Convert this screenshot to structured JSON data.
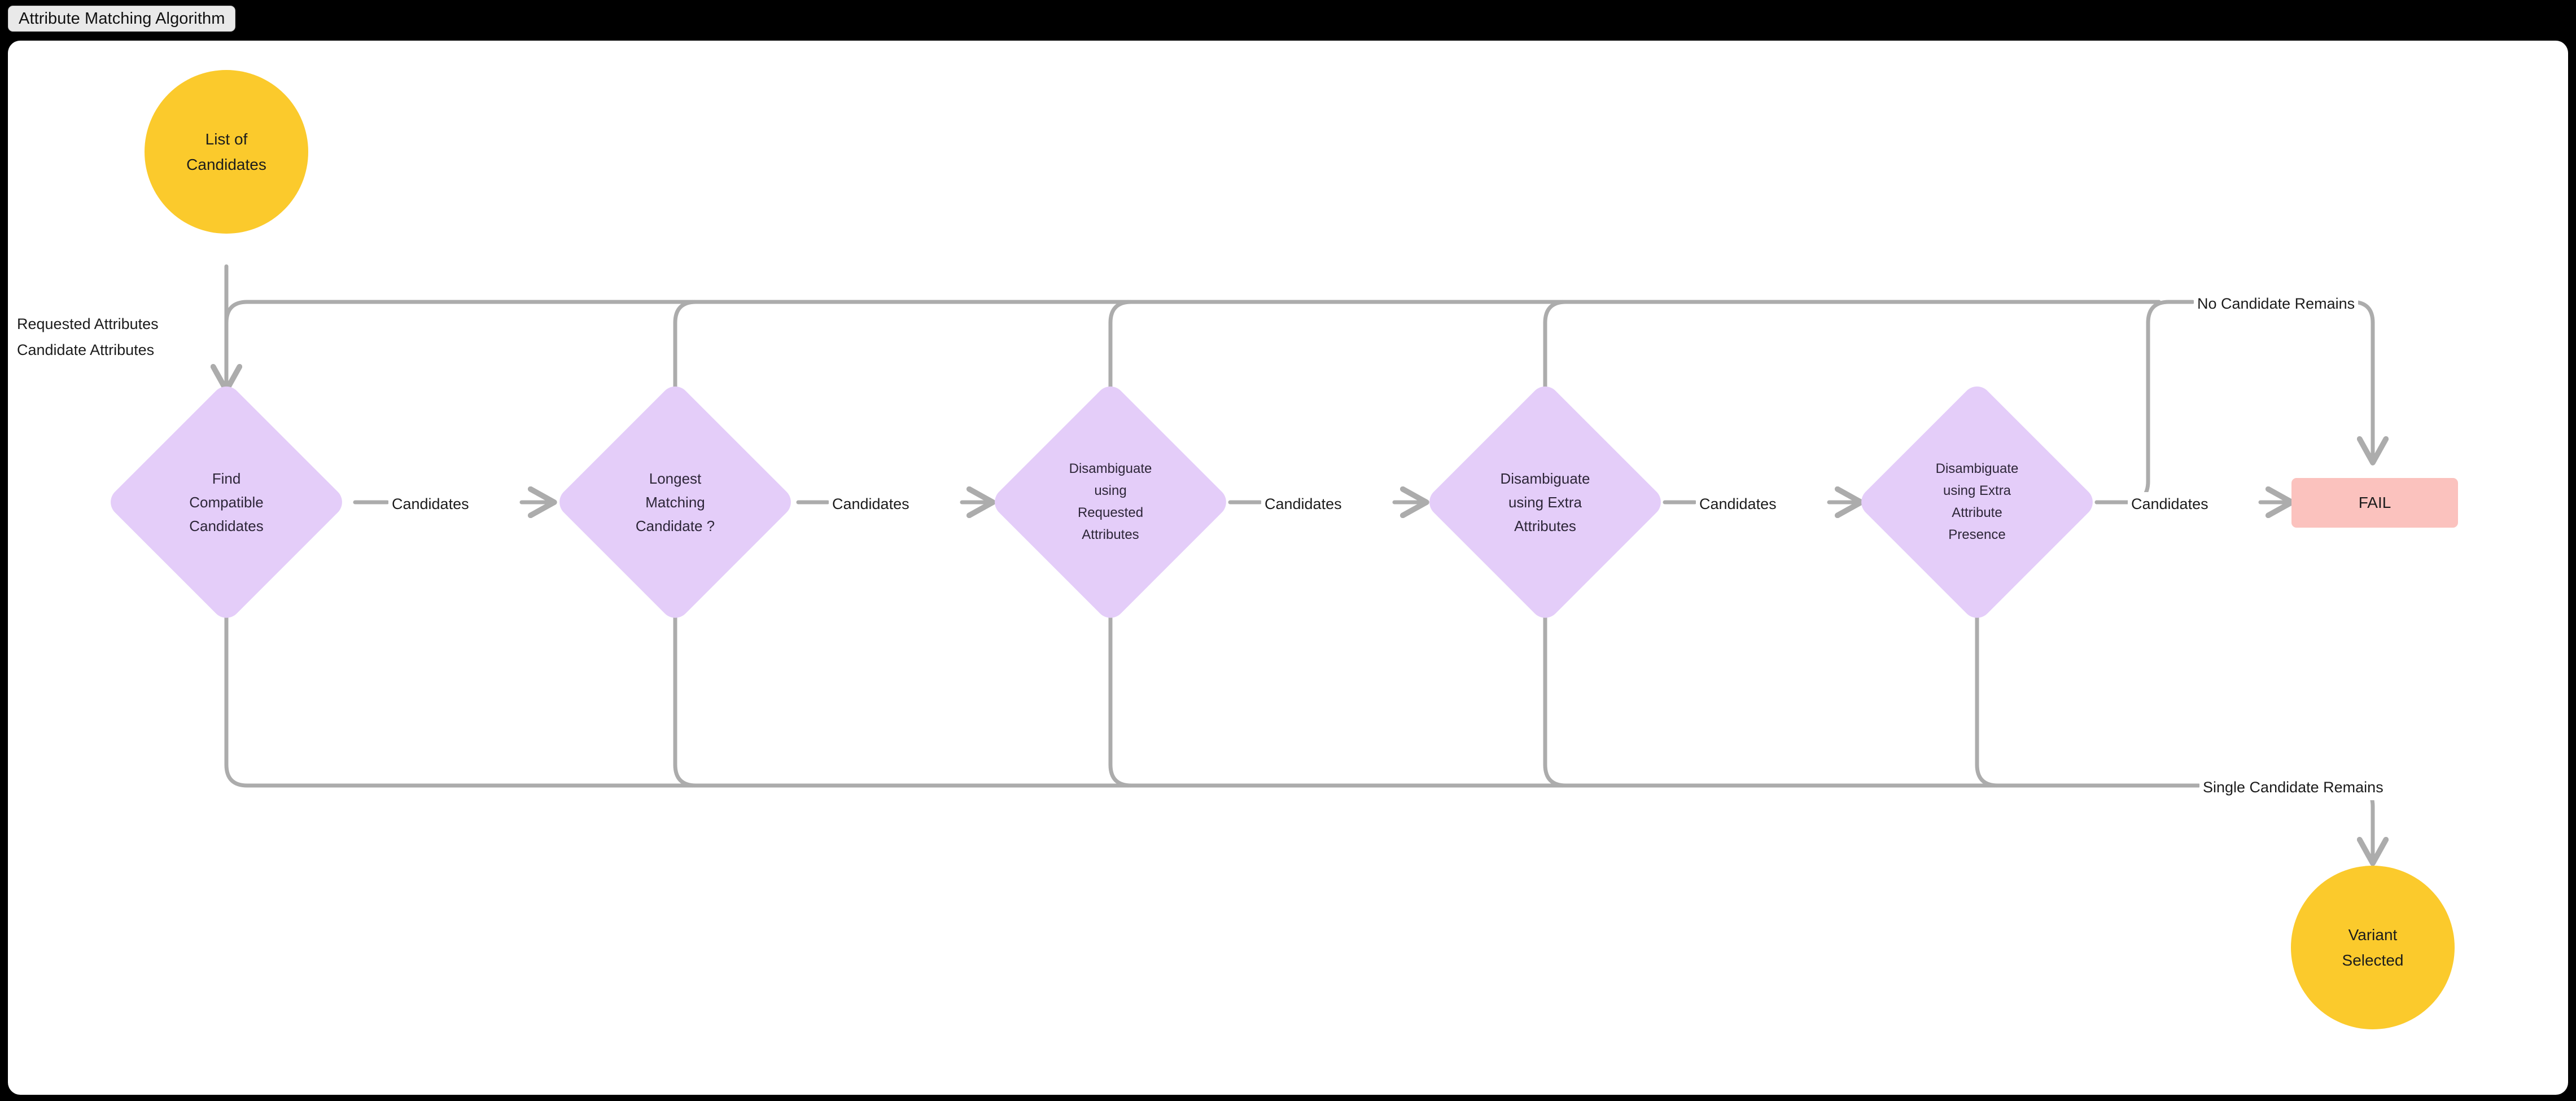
{
  "window": {
    "title": "Attribute Matching Algorithm",
    "background_color": "#000000",
    "canvas_color": "#ffffff"
  },
  "palette": {
    "start_end_fill": "#FBCA2C",
    "decision_fill": "#E4CDF9",
    "fail_fill": "#FBC2BE",
    "edge_stroke": "#ACACAC",
    "text": "#1c1c1c"
  },
  "nodes": {
    "start": {
      "label_line1": "List of",
      "label_line2": "Candidates"
    },
    "d1": {
      "line1": "Find",
      "line2": "Compatible",
      "line3": "Candidates"
    },
    "d2": {
      "line1": "Longest",
      "line2": "Matching",
      "line3": "Candidate ?"
    },
    "d3": {
      "line1": "Disambiguate",
      "line2": "using",
      "line3": "Requested",
      "line4": "Attributes"
    },
    "d4": {
      "line1": "Disambiguate",
      "line2": "using Extra",
      "line3": "Attributes"
    },
    "d5": {
      "line1": "Disambiguate",
      "line2": "using Extra",
      "line3": "Attribute",
      "line4": "Presence"
    },
    "fail": {
      "label": "FAIL"
    },
    "success": {
      "label_line1": "Variant",
      "label_line2": "Selected"
    }
  },
  "edge_labels": {
    "inputs_line1": "Requested Attributes",
    "inputs_line2": "Candidate Attributes",
    "candidates_1": "Candidates",
    "candidates_2": "Candidates",
    "candidates_3": "Candidates",
    "candidates_4": "Candidates",
    "candidates_5": "Candidates",
    "no_candidate_remains": "No Candidate Remains",
    "single_candidate_remains": "Single Candidate Remains"
  }
}
